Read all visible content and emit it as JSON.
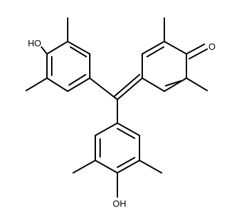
{
  "atoms": {
    "oh_top_left": "HO",
    "o_ketone": "O",
    "oh_bottom": "OH"
  },
  "colors": {
    "bond": "#000000",
    "label": "#000000",
    "background": "#ffffff"
  }
}
